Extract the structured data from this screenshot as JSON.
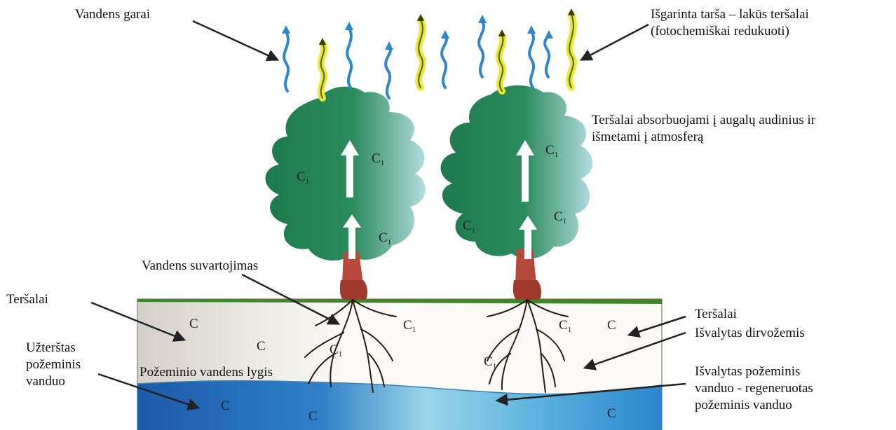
{
  "labels": {
    "water_vapor": "Vandens garai",
    "evaporated_line1": "Išgarinta tarša – lakūs teršalai",
    "evaporated_line2": "(fotochemiškai redukuoti)",
    "absorbed_line1": "Teršalai absorbuojami į augalų audinius ir",
    "absorbed_line2": "išmetami į atmosferą",
    "water_uptake": "Vandens suvartojimas",
    "pollutants_left": "Teršalai",
    "contaminated_gw_line1": "Užterštas",
    "contaminated_gw_line2": "požeminis",
    "contaminated_gw_line3": "vanduo",
    "gw_level": "Požeminio vandens lygis",
    "pollutants_right": "Teršalai",
    "cleaned_soil": "Išvalytas dirvožemis",
    "cleaned_gw_line1": "Išvalytas požeminis",
    "cleaned_gw_line2": "vanduo - regeneruotas",
    "cleaned_gw_line3": "požeminis vanduo"
  },
  "concentration_marks": {
    "c": "C",
    "c1_base": "C",
    "c1_sub": "1"
  },
  "colors": {
    "foliage_dark": "#1f7a4d",
    "foliage_light": "#a8d8d8",
    "trunk": "#b04a3a",
    "soil": "#f7f6f2",
    "contaminated_soil": "#d9d5cf",
    "grass": "#3c8a2c",
    "groundwater_dark": "#1f62b0",
    "groundwater_light": "#8fd0e6",
    "vapor_water": "#2f86c8",
    "vapor_pollutant": "#e6ea3a",
    "root": "#2a1a10",
    "arrow": "#222222"
  }
}
